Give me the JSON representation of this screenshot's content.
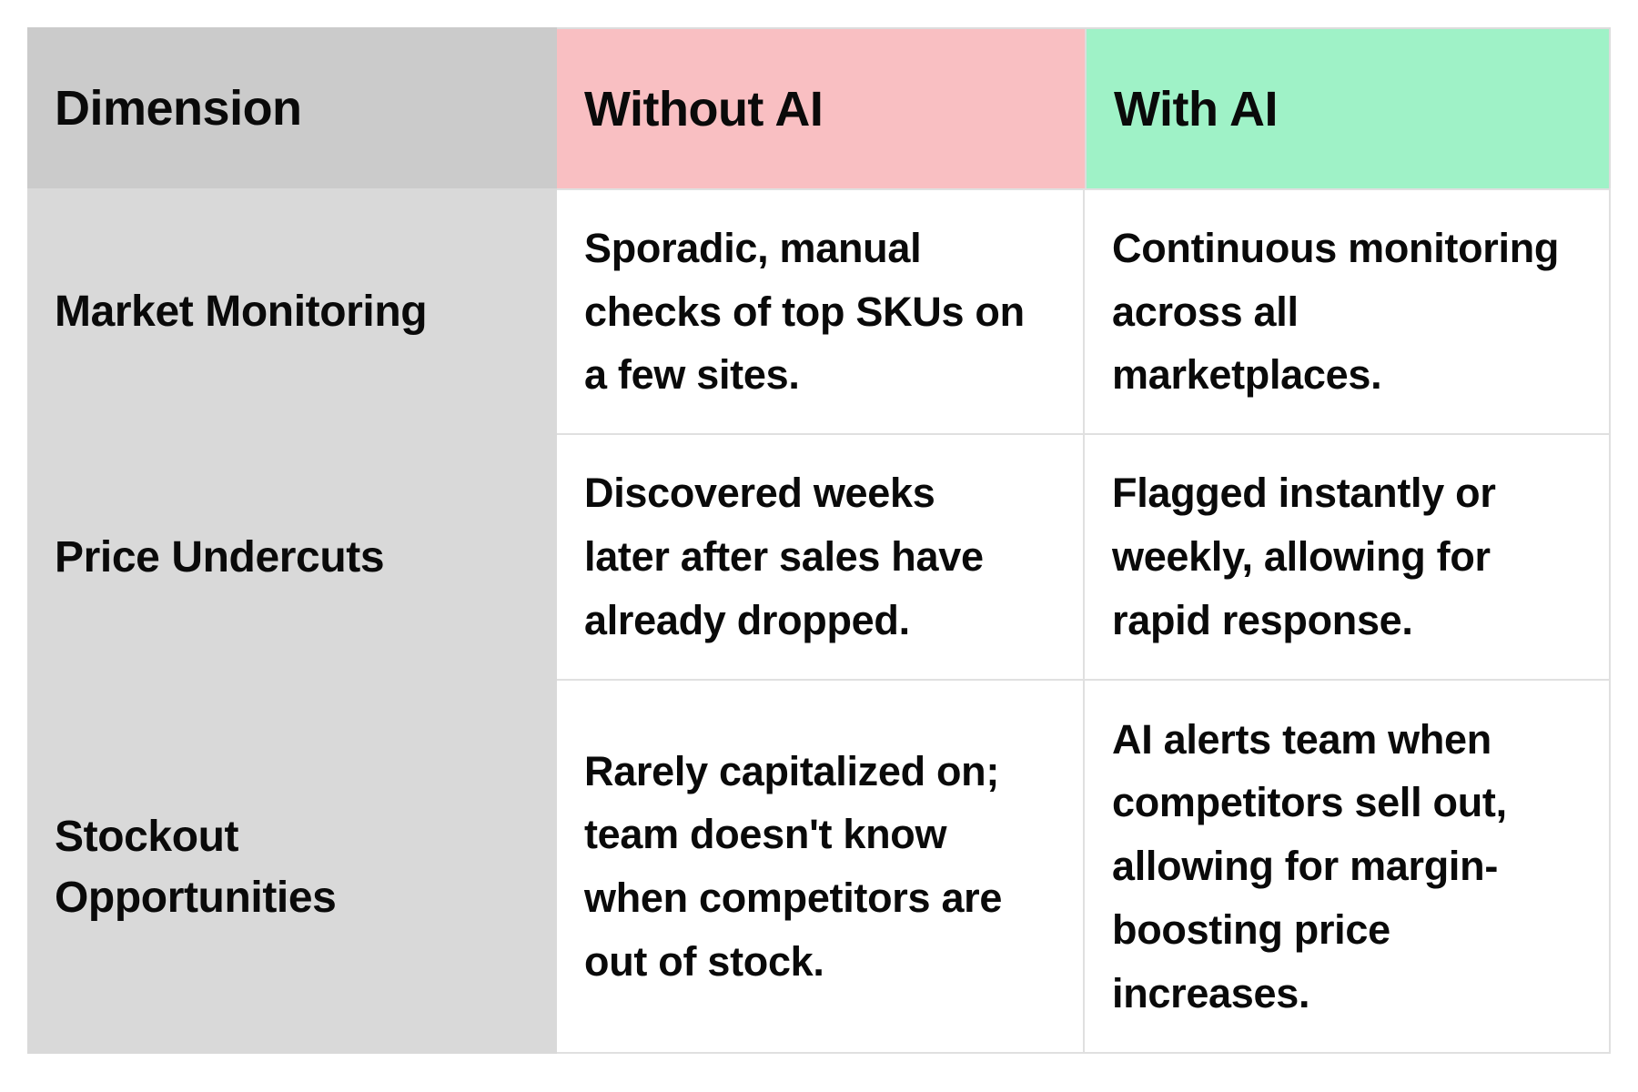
{
  "table": {
    "header": {
      "dimension": "Dimension",
      "without_ai": "Without AI",
      "with_ai": "With AI"
    },
    "rows": [
      {
        "dimension": "Market Monitoring",
        "without_ai": "Sporadic, manual\nchecks of top SKUs on\na few sites.",
        "with_ai": "Continuous monitoring\nacross all\nmarketplaces."
      },
      {
        "dimension": "Price Undercuts",
        "without_ai": "Discovered weeks\nlater after sales have\nalready dropped.",
        "with_ai": "Flagged instantly or\nweekly, allowing for\nrapid response."
      },
      {
        "dimension": "Stockout\nOpportunities",
        "without_ai": "Rarely capitalized on;\nteam doesn't know\nwhen competitors are\nout of stock.",
        "with_ai": "AI alerts team when\ncompetitors sell out,\nallowing for margin-\nboosting price\nincreases."
      }
    ]
  },
  "colors": {
    "header_dimension_bg": "#cbcbcb",
    "header_without_ai_bg": "#f9bfc2",
    "header_with_ai_bg": "#9ff2c7",
    "row_label_bg": "#d9d9d9",
    "cell_bg": "#ffffff",
    "cell_border": "#e0e0e0",
    "text": "#0a0a0a",
    "page_bg": "#ffffff"
  }
}
